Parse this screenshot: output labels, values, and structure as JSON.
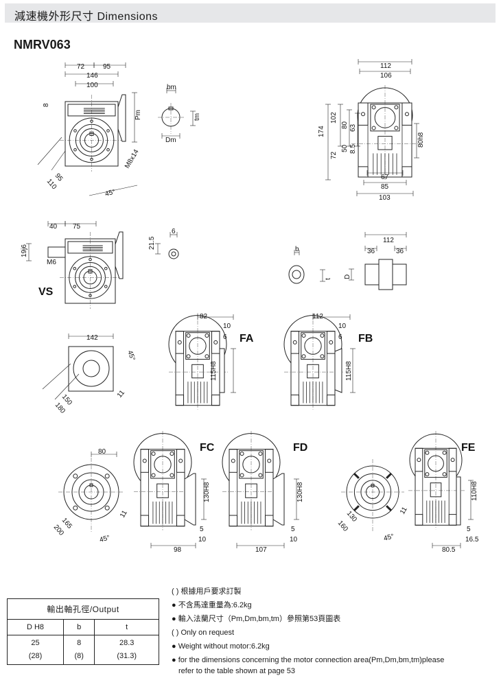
{
  "header": {
    "title": "減速機外形尺寸 Dimensions"
  },
  "model": "NMRV063",
  "dims": {
    "main": {
      "d72": "72",
      "d95": "95",
      "d146": "146",
      "d100": "100",
      "d8": "8",
      "pm": "Pm",
      "m8x14": "M8x14",
      "r95": "95",
      "r110": "110",
      "a45": "45°"
    },
    "motor_shaft": {
      "bm": "bm",
      "tm": "tm",
      "dm": "Dm"
    },
    "front": {
      "d112": "112",
      "d106": "106",
      "d174": "174",
      "d102": "102",
      "d80": "80",
      "d63": "63",
      "d72": "72",
      "d50": "50",
      "d85b": "8.5",
      "h80": "80h8",
      "d67": "67",
      "d85": "85",
      "d103": "103"
    },
    "vs": {
      "label": "VS",
      "d40": "40",
      "d75": "75",
      "j19": "19j6",
      "m6": "M6",
      "d6": "6",
      "d215": "21.5"
    },
    "output": {
      "b": "b",
      "t": "t",
      "d112": "112",
      "d36a": "36",
      "d36b": "36",
      "D": "D"
    },
    "flange_sq": {
      "d142": "142",
      "a45": "45°",
      "d150": "150",
      "d180": "180",
      "d11": "11"
    },
    "fa": {
      "label": "FA",
      "d82": "82",
      "d10": "10",
      "d6": "6",
      "h115": "115H8"
    },
    "fb": {
      "label": "FB",
      "d112": "112",
      "d10": "10",
      "d6": "6",
      "h115": "115H8"
    },
    "fc_side": {
      "d80": "80",
      "d165": "165",
      "d200": "200",
      "d11": "11",
      "a45": "45°"
    },
    "fc": {
      "label": "FC",
      "h130": "130H8",
      "d5": "5",
      "d10": "10",
      "d98": "98"
    },
    "fd": {
      "label": "FD",
      "h130": "130H8",
      "d5": "5",
      "d10": "10",
      "d107": "107"
    },
    "fe_side": {
      "d130": "130",
      "d160": "160",
      "d11": "11",
      "a45": "45°"
    },
    "fe": {
      "label": "FE",
      "h110": "110H8",
      "d5": "5",
      "d165": "16.5",
      "d805": "80.5"
    }
  },
  "output_table": {
    "title": "輸出軸孔徑/Output",
    "columns": [
      "D H8",
      "b",
      "t"
    ],
    "rows": [
      [
        "25",
        "8",
        "28.3"
      ],
      [
        "(28)",
        "(8)",
        "(31.3)"
      ]
    ]
  },
  "notes": [
    "(    ) 根據用戶要求訂製",
    "● 不含馬達重量為:6.2kg",
    "● 輸入法蘭尺寸（Pm,Dm,bm,tm）參照第53頁圖表",
    "(    ) Only on request",
    "● Weight without motor:6.2kg",
    "● for the dimensions concerning the motor connection area(Pm,Dm,bm,tm)please",
    "refer to the table shown at page 53"
  ]
}
